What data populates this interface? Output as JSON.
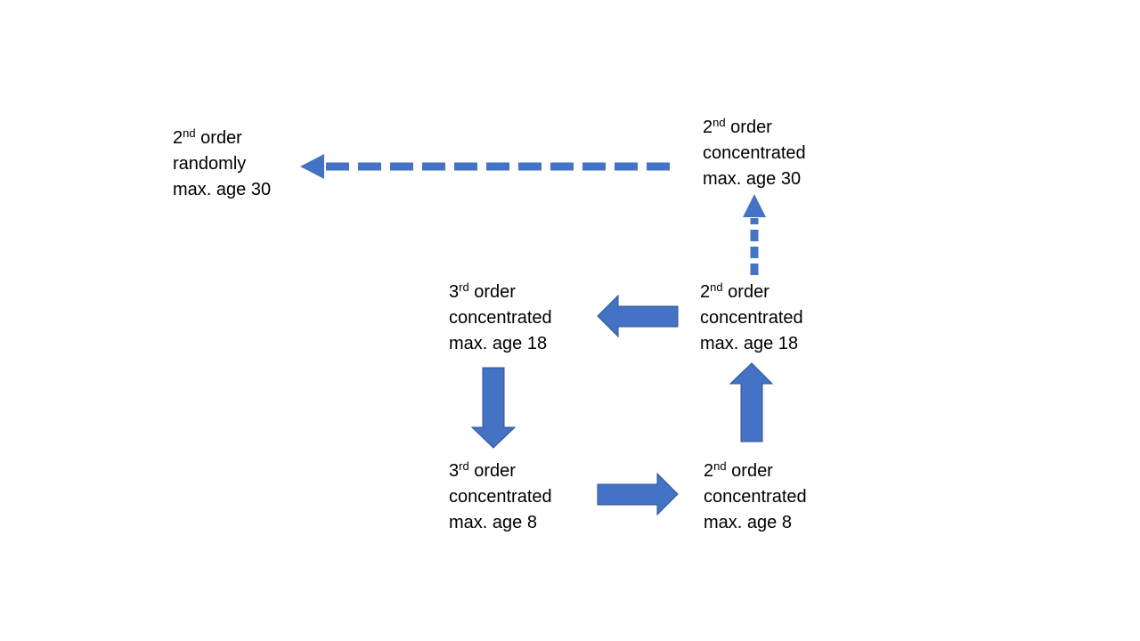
{
  "accent_color": "#4472C4",
  "nodes": {
    "n_random_30": {
      "order_num": "2",
      "order_sup": "nd",
      "order_word": "order",
      "mode": "randomly",
      "age": "max. age 30"
    },
    "n_conc2_30": {
      "order_num": "2",
      "order_sup": "nd",
      "order_word": "order",
      "mode": "concentrated",
      "age": "max. age 30"
    },
    "n_conc3_18": {
      "order_num": "3",
      "order_sup": "rd",
      "order_word": "order",
      "mode": "concentrated",
      "age": "max. age 18"
    },
    "n_conc2_18": {
      "order_num": "2",
      "order_sup": "nd",
      "order_word": "order",
      "mode": "concentrated",
      "age": "max. age 18"
    },
    "n_conc3_8": {
      "order_num": "3",
      "order_sup": "rd",
      "order_word": "order",
      "mode": "concentrated",
      "age": "max. age 8"
    },
    "n_conc2_8": {
      "order_num": "2",
      "order_sup": "nd",
      "order_word": "order",
      "mode": "concentrated",
      "age": "max. age 8"
    }
  },
  "edges": [
    {
      "from": "3rd order concentrated max. age 18",
      "to": "3rd order concentrated max. age 8",
      "style": "solid"
    },
    {
      "from": "3rd order concentrated max. age 8",
      "to": "2nd order concentrated max. age 8",
      "style": "solid"
    },
    {
      "from": "2nd order concentrated max. age 8",
      "to": "2nd order concentrated max. age 18",
      "style": "solid"
    },
    {
      "from": "2nd order concentrated max. age 18",
      "to": "3rd order concentrated max. age 18",
      "style": "solid"
    },
    {
      "from": "2nd order concentrated max. age 18",
      "to": "2nd order concentrated max. age 30",
      "style": "dashed"
    },
    {
      "from": "2nd order concentrated max. age 30",
      "to": "2nd order randomly max. age 30",
      "style": "dashed"
    }
  ]
}
